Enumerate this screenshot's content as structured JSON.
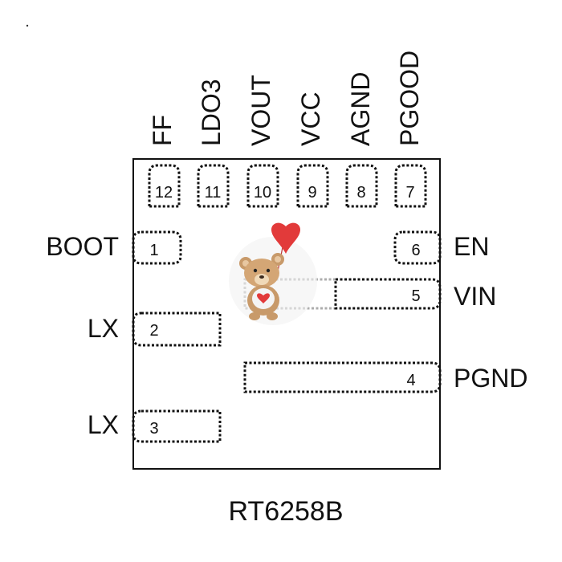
{
  "pins_top": [
    {
      "name": "FF",
      "num": "12"
    },
    {
      "name": "LDO3",
      "num": "11"
    },
    {
      "name": "VOUT",
      "num": "10"
    },
    {
      "name": "VCC",
      "num": "9"
    },
    {
      "name": "AGND",
      "num": "8"
    },
    {
      "name": "PGOOD",
      "num": "7"
    }
  ],
  "pins_left": [
    {
      "name": "BOOT",
      "num": "1"
    },
    {
      "name": "LX",
      "num": "2"
    },
    {
      "name": "LX",
      "num": "3"
    }
  ],
  "pins_right": [
    {
      "name": "EN",
      "num": "6"
    },
    {
      "name": "VIN",
      "num": "5"
    },
    {
      "name": "PGND",
      "num": "4"
    }
  ],
  "part_number": "RT6258B",
  "sticker_icon": "teddy-bear-with-heart-balloon-icon"
}
